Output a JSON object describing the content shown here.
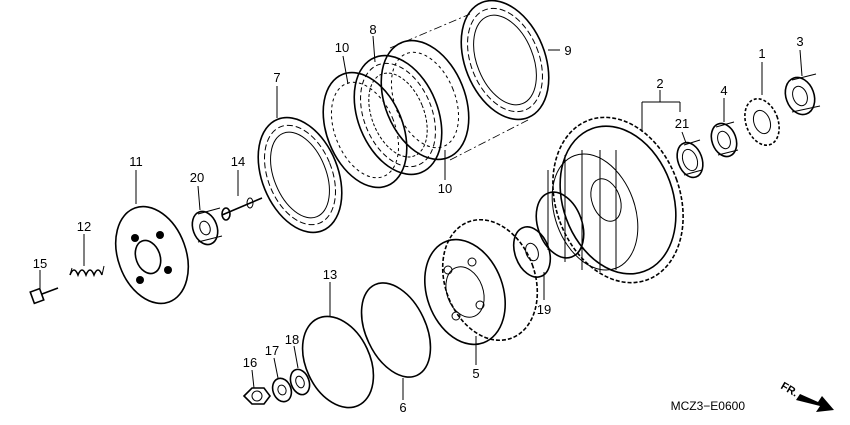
{
  "callouts": [
    {
      "id": "1",
      "text": "1"
    },
    {
      "id": "2",
      "text": "2"
    },
    {
      "id": "3",
      "text": "3"
    },
    {
      "id": "4",
      "text": "4"
    },
    {
      "id": "5",
      "text": "5"
    },
    {
      "id": "6",
      "text": "6"
    },
    {
      "id": "7",
      "text": "7"
    },
    {
      "id": "8",
      "text": "8"
    },
    {
      "id": "9",
      "text": "9"
    },
    {
      "id": "10a",
      "text": "10"
    },
    {
      "id": "10b",
      "text": "10"
    },
    {
      "id": "11",
      "text": "11"
    },
    {
      "id": "12",
      "text": "12"
    },
    {
      "id": "13",
      "text": "13"
    },
    {
      "id": "14",
      "text": "14"
    },
    {
      "id": "15",
      "text": "15"
    },
    {
      "id": "16",
      "text": "16"
    },
    {
      "id": "17",
      "text": "17"
    },
    {
      "id": "18",
      "text": "18"
    },
    {
      "id": "19",
      "text": "19"
    },
    {
      "id": "20",
      "text": "20"
    },
    {
      "id": "21",
      "text": "21"
    }
  ],
  "diagram_code": "MCZ3−E0600",
  "direction_label": "FR."
}
